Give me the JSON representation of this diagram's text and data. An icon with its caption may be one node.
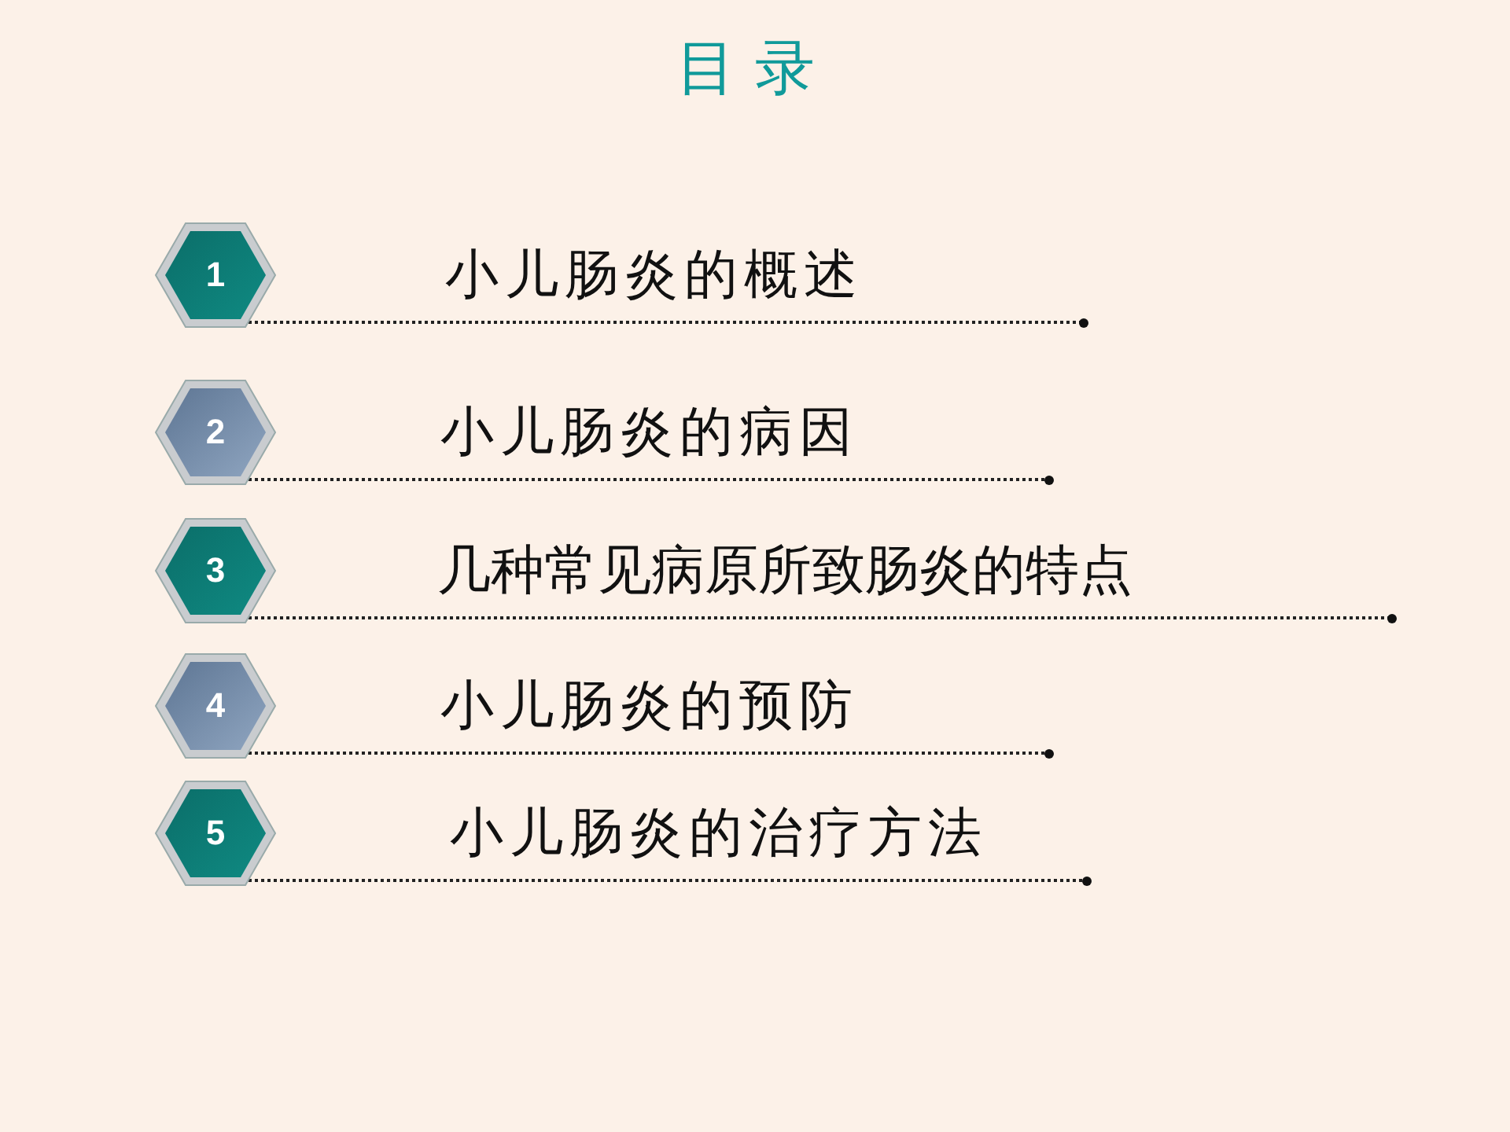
{
  "diagram": {
    "title": "目录",
    "nodes": [
      {
        "text": [
          "1"
        ],
        "beside": [
          "小儿肠炎的概述"
        ]
      },
      {
        "text": [
          "2"
        ],
        "beside": [
          "小儿肠炎的病因"
        ]
      },
      {
        "text": [
          "3"
        ],
        "beside": [
          "几种常见病原所致肠炎的特点"
        ]
      },
      {
        "text": [
          "4"
        ],
        "beside": [
          "小儿肠炎的预防"
        ]
      },
      {
        "text": [
          "5"
        ],
        "beside": [
          "小儿肠炎的治疗方法"
        ]
      }
    ]
  }
}
